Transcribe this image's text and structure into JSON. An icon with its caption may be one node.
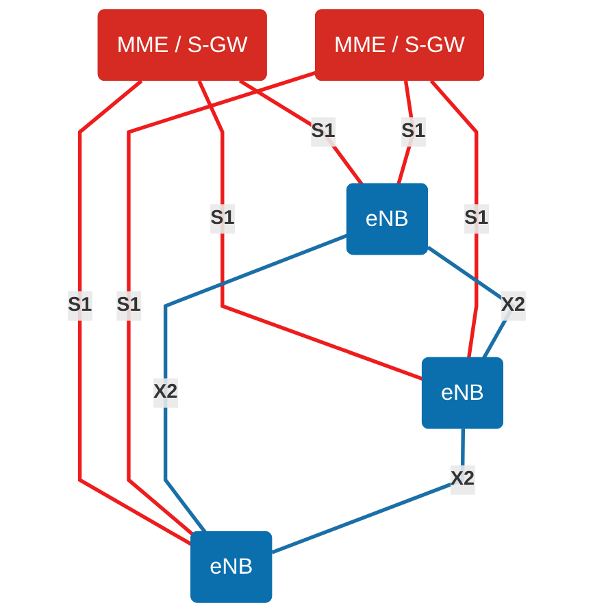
{
  "diagram": {
    "nodes": [
      {
        "text": [
          "MME / S-GW"
        ]
      },
      {
        "text": [
          "MME / S-GW"
        ]
      },
      {
        "text": [
          "eNB"
        ]
      },
      {
        "text": [
          "eNB"
        ]
      },
      {
        "text": [
          "eNB"
        ]
      }
    ],
    "edges": [
      {
        "from": 0,
        "to": 2,
        "arrow": "none",
        "label": "S1",
        "color": "#ee1c1c"
      },
      {
        "from": 0,
        "to": 3,
        "arrow": "none",
        "label": "S1",
        "color": "#ee1c1c"
      },
      {
        "from": 0,
        "to": 4,
        "arrow": "none",
        "label": "S1",
        "color": "#ee1c1c"
      },
      {
        "from": 1,
        "to": 2,
        "arrow": "none",
        "label": "S1",
        "color": "#ee1c1c"
      },
      {
        "from": 1,
        "to": 3,
        "arrow": "none",
        "label": "S1",
        "color": "#ee1c1c"
      },
      {
        "from": 1,
        "to": 4,
        "arrow": "none",
        "label": "S1",
        "color": "#ee1c1c"
      },
      {
        "from": 2,
        "to": 3,
        "arrow": "none",
        "label": "X2",
        "color": "#1a6fa8"
      },
      {
        "from": 2,
        "to": 4,
        "arrow": "none",
        "label": "X2",
        "color": "#1a6fa8"
      },
      {
        "from": 3,
        "to": 4,
        "arrow": "none",
        "label": "X2",
        "color": "#1a6fa8"
      }
    ]
  }
}
